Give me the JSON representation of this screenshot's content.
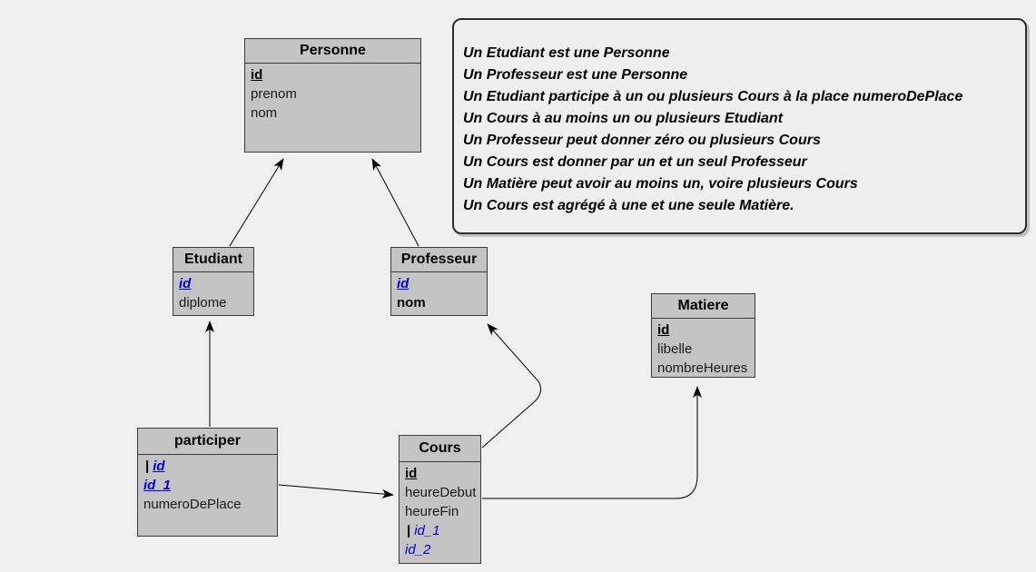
{
  "colors": {
    "background": "#f0f0f0",
    "entity_fill": "#c4c4c4",
    "entity_border": "#3c3c3c",
    "foreign_key_blue": "#0000e0",
    "notes_fill": "#efefef"
  },
  "notes": {
    "lines": [
      "Un Etudiant est une Personne",
      "Un Professeur est une Personne",
      "Un Etudiant participe à un ou plusieurs Cours à la place numeroDePlace",
      "Un Cours à au moins un ou plusieurs Etudiant",
      "Un Professeur peut donner zéro ou plusieurs Cours",
      "Un Cours est donner par un et un seul Professeur",
      "Un Matière peut avoir au moins un, voire plusieurs Cours",
      "Un Cours est agrégé à une et une seule Matière."
    ]
  },
  "entities": {
    "personne": {
      "title": "Personne",
      "fields": [
        {
          "text": "id",
          "role": "primary-key"
        },
        {
          "text": "prenom",
          "role": "attribute"
        },
        {
          "text": "nom",
          "role": "attribute"
        }
      ]
    },
    "etudiant": {
      "title": "Etudiant",
      "fields": [
        {
          "text": "id",
          "role": "foreign-key"
        },
        {
          "text": "diplome",
          "role": "attribute"
        }
      ]
    },
    "professeur": {
      "title": "Professeur",
      "fields": [
        {
          "text": "id",
          "role": "foreign-key"
        },
        {
          "text": "nom",
          "role": "attribute"
        }
      ]
    },
    "matiere": {
      "title": "Matiere",
      "fields": [
        {
          "text": "id",
          "role": "primary-key"
        },
        {
          "text": "libelle",
          "role": "attribute"
        },
        {
          "text": "nombreHeures",
          "role": "attribute"
        }
      ]
    },
    "participer": {
      "title": "participer",
      "fields": [
        {
          "prefix": "|",
          "text": "id",
          "role": "foreign-key"
        },
        {
          "text": "id_1",
          "role": "foreign-key"
        },
        {
          "text": "numeroDePlace",
          "role": "attribute"
        }
      ]
    },
    "cours": {
      "title": "Cours",
      "fields": [
        {
          "text": "id",
          "role": "primary-key"
        },
        {
          "text": "heureDebut",
          "role": "attribute"
        },
        {
          "text": "heureFin",
          "role": "attribute"
        },
        {
          "prefix": "|",
          "text": "id_1",
          "role": "foreign-key"
        },
        {
          "text": "id_2",
          "role": "foreign-key"
        }
      ]
    }
  },
  "relations": [
    {
      "from": "Etudiant",
      "to": "Personne",
      "kind": "arrow"
    },
    {
      "from": "Professeur",
      "to": "Personne",
      "kind": "arrow"
    },
    {
      "from": "participer",
      "to": "Etudiant",
      "kind": "arrow"
    },
    {
      "from": "participer",
      "to": "Cours",
      "kind": "arrow"
    },
    {
      "from": "Cours",
      "to": "Professeur",
      "kind": "arrow"
    },
    {
      "from": "Cours",
      "to": "Matiere",
      "kind": "arrow"
    }
  ]
}
